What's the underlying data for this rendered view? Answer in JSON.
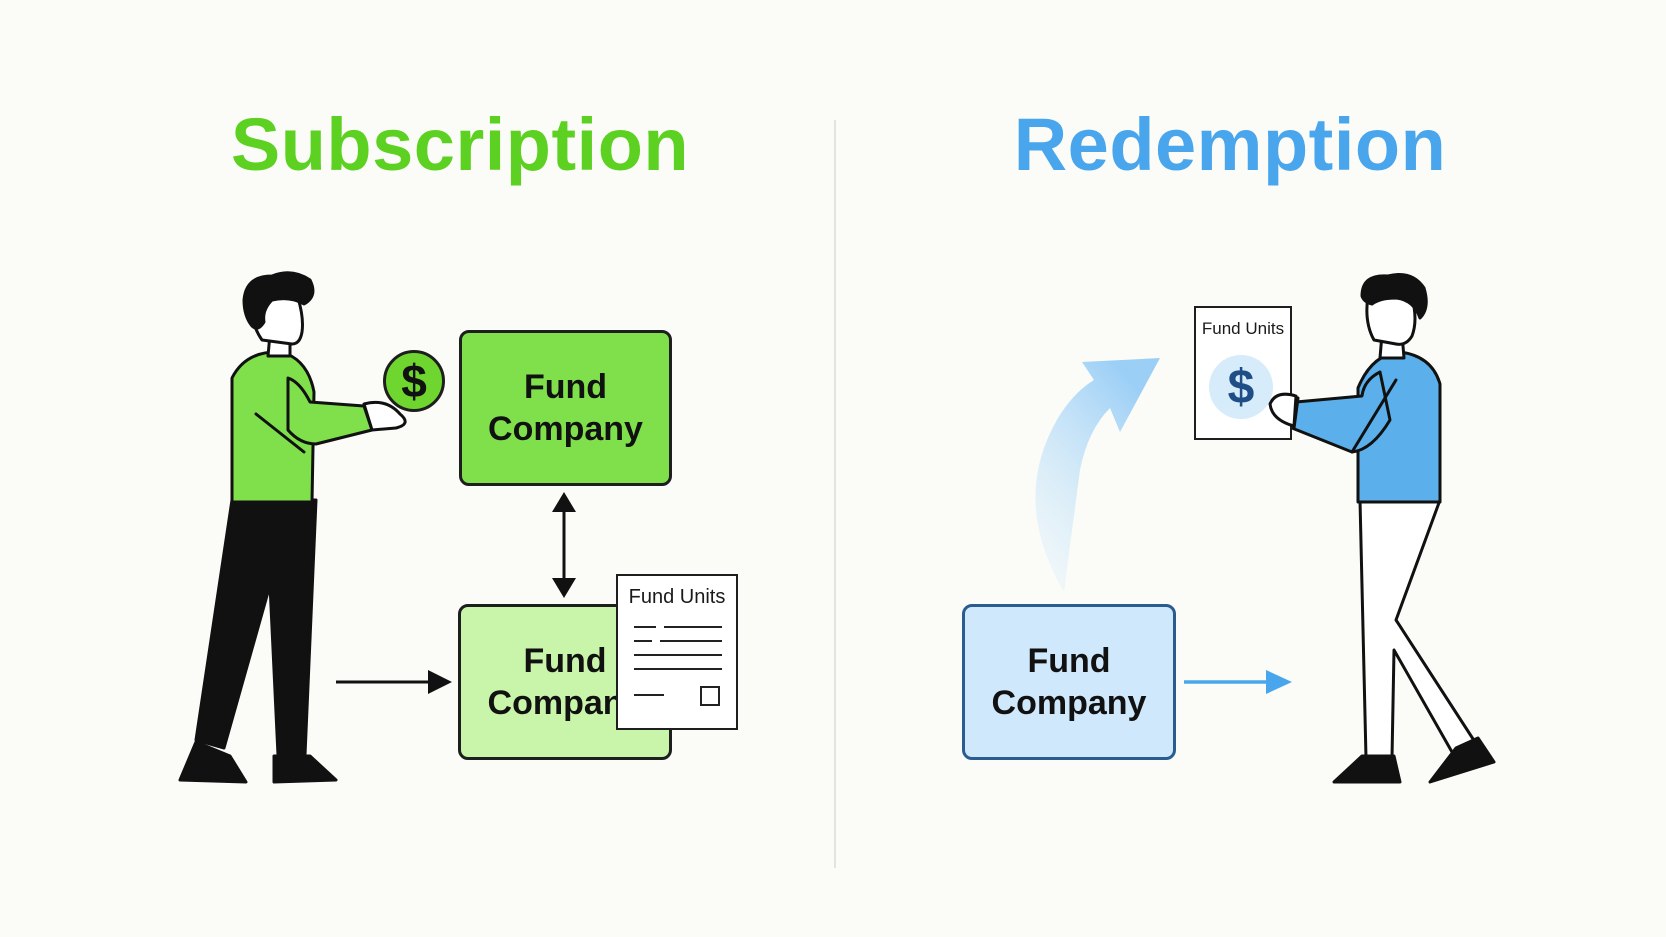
{
  "subscription": {
    "title": "Subscription",
    "fund_box_top": "Fund\nCompany",
    "fund_box_bottom": "Fund\nCompany",
    "document_label": "Fund Units",
    "coin_symbol": "$"
  },
  "redemption": {
    "title": "Redemption",
    "fund_box": "Fund\nCompany",
    "document_label": "Fund Units",
    "coin_symbol": "$"
  },
  "colors": {
    "subscription_accent": "#5dd121",
    "redemption_accent": "#4aa6ec"
  }
}
